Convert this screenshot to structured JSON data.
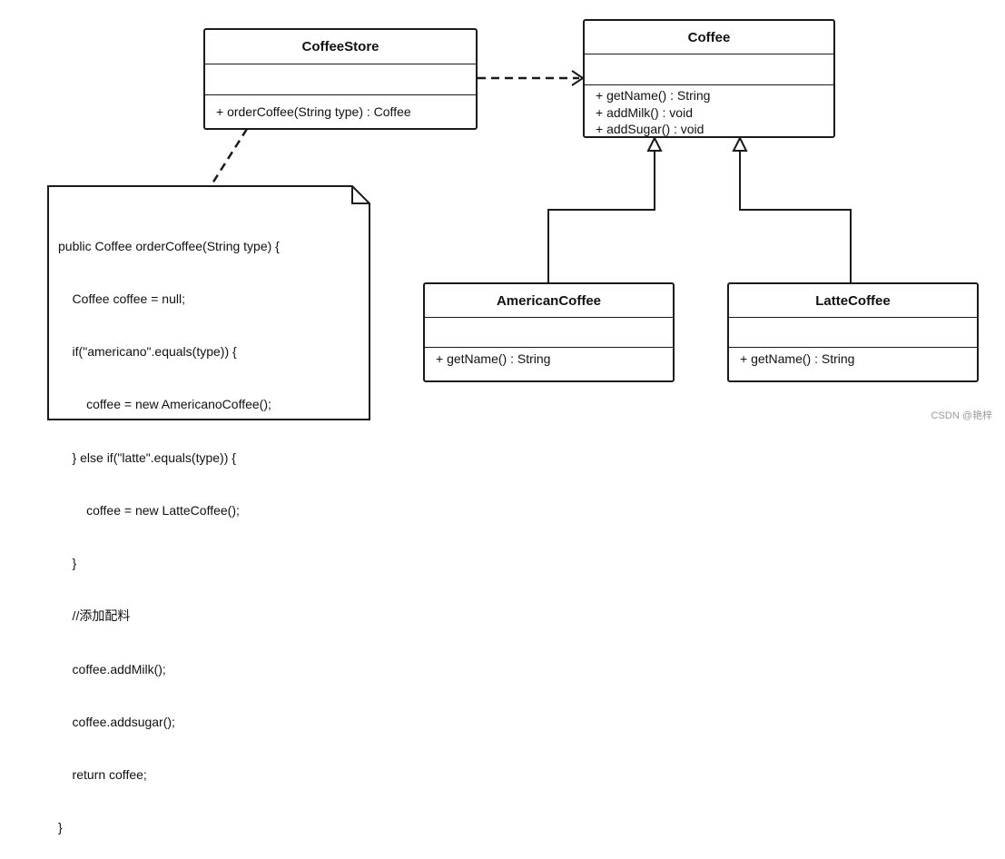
{
  "diagram": {
    "classes": {
      "coffee_store": {
        "name": "CoffeeStore",
        "operations": [
          "+ orderCoffee(String type) : Coffee"
        ]
      },
      "coffee": {
        "name": "Coffee",
        "operations": [
          "+ getName() : String",
          "+ addMilk() : void",
          "+ addSugar() : void"
        ]
      },
      "american_coffee": {
        "name": "AmericanCoffee",
        "operations": [
          "+ getName() : String"
        ]
      },
      "latte_coffee": {
        "name": "LatteCoffee",
        "operations": [
          "+ getName() : String"
        ]
      }
    },
    "note": {
      "lines": [
        "public Coffee orderCoffee(String type) {",
        "    Coffee coffee = null;",
        "    if(\"americano\".equals(type)) {",
        "        coffee = new AmericanoCoffee();",
        "    } else if(\"latte\".equals(type)) {",
        "        coffee = new LatteCoffee();",
        "    }",
        "    //添加配料",
        "    coffee.addMilk();",
        "    coffee.addsugar();",
        "    return coffee;",
        "}"
      ]
    },
    "watermark": "CSDN @艳梓"
  }
}
